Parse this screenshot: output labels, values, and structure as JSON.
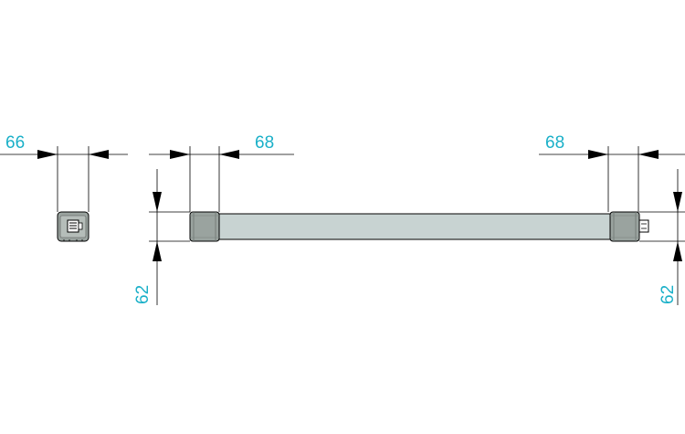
{
  "colors": {
    "dimension_text": "#1ab0c8",
    "tube_fill": "#c8d3d2",
    "cap_fill": "#9aa39f",
    "outline": "#000000"
  },
  "dimensions": {
    "end_view_width": "66",
    "left_cap_width": "68",
    "right_cap_width": "68",
    "left_height": "62",
    "right_height": "62"
  }
}
